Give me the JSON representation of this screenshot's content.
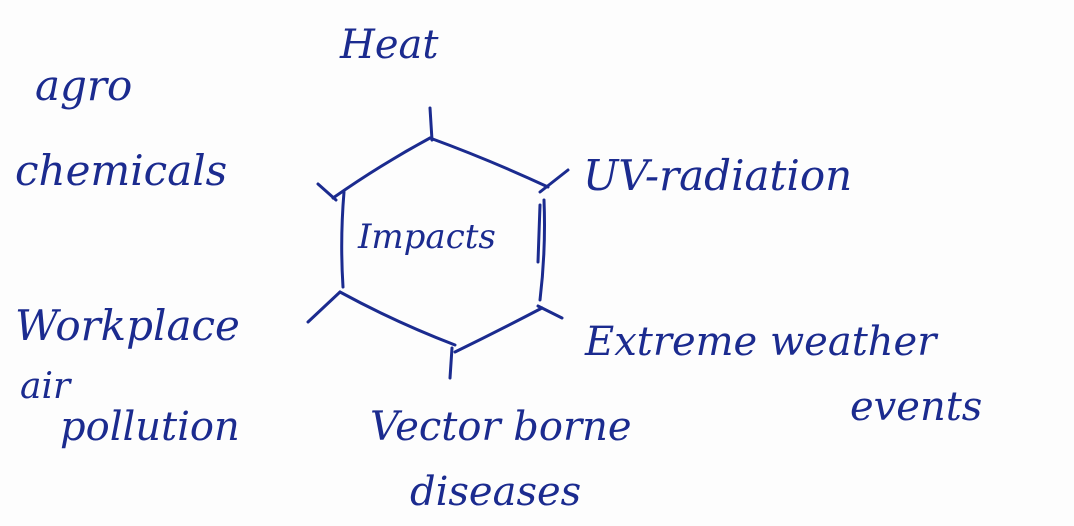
{
  "diagram": {
    "center_label": "Impacts",
    "spokes": [
      {
        "id": "heat",
        "lines": [
          "Heat"
        ]
      },
      {
        "id": "uv-radiation",
        "lines": [
          "UV-radiation"
        ]
      },
      {
        "id": "extreme-weather-events",
        "lines": [
          "Extreme weather",
          "events"
        ]
      },
      {
        "id": "vector-borne-diseases",
        "lines": [
          "Vector borne",
          "diseases"
        ]
      },
      {
        "id": "workplace-air-pollution",
        "lines": [
          "Workplace",
          "air",
          "pollution"
        ]
      },
      {
        "id": "agro-chemicals",
        "lines": [
          "agro",
          "chemicals"
        ]
      }
    ],
    "ink_color": "#1b2b8f"
  }
}
